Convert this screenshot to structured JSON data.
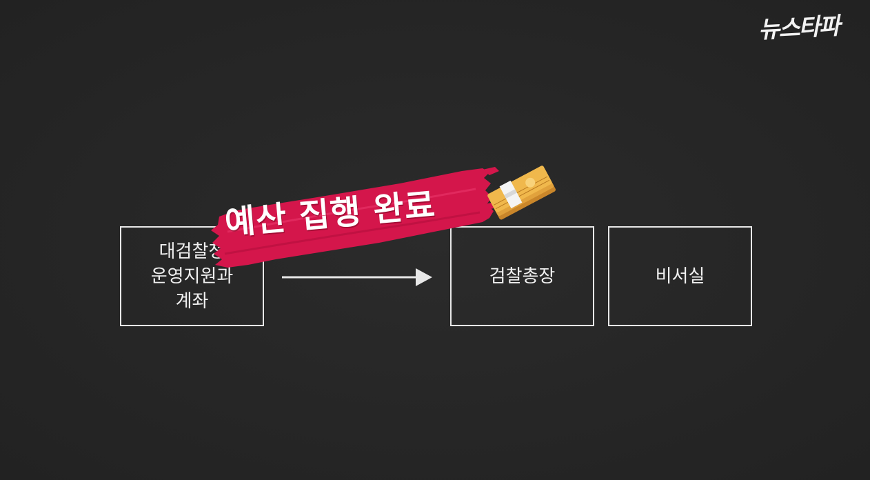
{
  "logo": {
    "text": "뉴스타파"
  },
  "stamp": {
    "label": "예산 집행 완료",
    "color": "#d4164b"
  },
  "boxes": {
    "source": {
      "lines": [
        "대검찰청",
        "운영지원과",
        "계좌"
      ]
    },
    "destination": {
      "label": "검찰총장"
    },
    "secretary": {
      "label": "비서실"
    }
  },
  "icons": {
    "arrow": "right-arrow-icon",
    "money": "money-bundle-icon"
  },
  "colors": {
    "background": "#262626",
    "box_border": "#e8e8e8",
    "text": "#f0f0f0",
    "accent": "#d4164b",
    "money": "#e8a83a"
  }
}
